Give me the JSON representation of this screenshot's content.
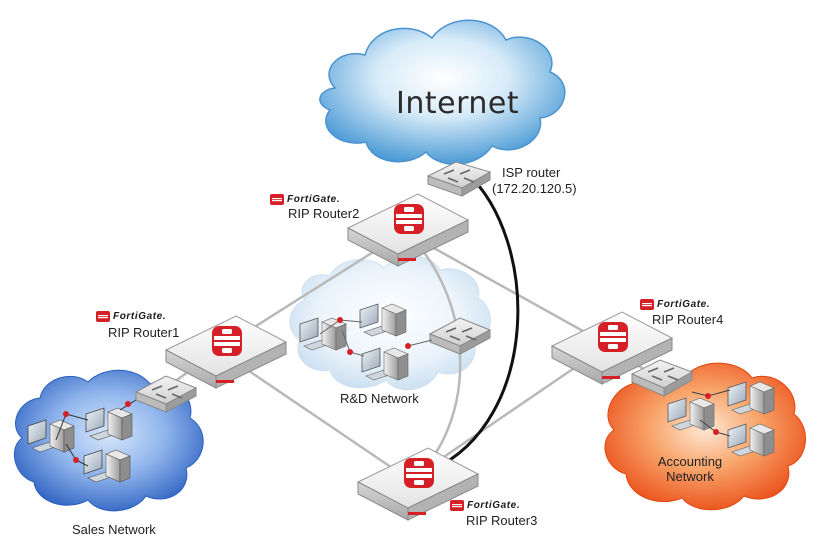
{
  "internet": {
    "label": "Internet"
  },
  "isp_router": {
    "label": "ISP router",
    "address": "(172.20.120.5)"
  },
  "brand_name": "FortiGate.",
  "routers": [
    {
      "label": "RIP Router2"
    },
    {
      "label": "RIP Router1"
    },
    {
      "label": "RIP Router4"
    },
    {
      "label": "RIP Router3"
    }
  ],
  "networks": {
    "rd": {
      "label": "R&D Network"
    },
    "sales": {
      "label": "Sales Network"
    },
    "accounting": {
      "line1": "Accounting",
      "line2": "Network"
    }
  },
  "colors": {
    "fortinet_red": "#d62027",
    "link_gray": "#b9b9b9",
    "isp_link": "#111111",
    "cloud_internet": "#5aa6de",
    "cloud_sales": "#2f66c2",
    "cloud_rd": "#cfe3f3",
    "cloud_accounting": "#f05a1f"
  }
}
